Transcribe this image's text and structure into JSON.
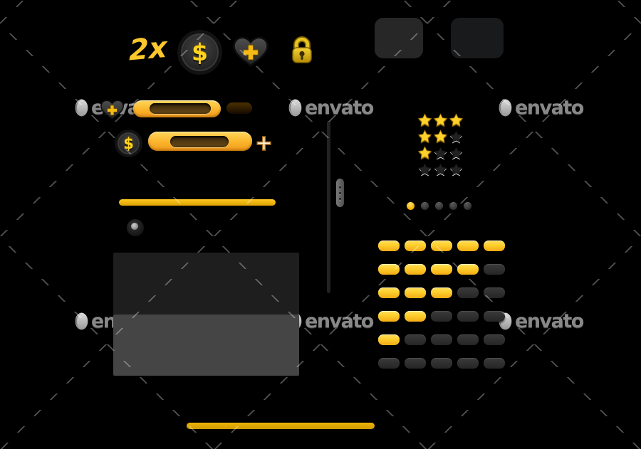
{
  "colors": {
    "background": "#000000",
    "accent_gold": "#f7b60d",
    "bar_frame": "#fbb62c",
    "bar_track_brown": "#54390f",
    "panel_dark": "#1e1e1e",
    "panel_light": "#454545",
    "pill_on": "#ffd02f",
    "pill_off": "#2e2e2e",
    "star_on": "#ffd22c",
    "star_off": "#212121",
    "watermark_gray": "#9b9b9b"
  },
  "watermark": {
    "text": "envato"
  },
  "powerups": {
    "multiplier_label": "2x",
    "coin_symbol": "$",
    "plus_symbol": "+"
  },
  "bars": {
    "add_button_label": "+"
  },
  "stars": {
    "columns": 3,
    "rows_filled": [
      3,
      2,
      1,
      0
    ]
  },
  "pagination": {
    "count": 5,
    "active_index": 0
  },
  "level_grid": {
    "columns": 5,
    "rows_active": [
      5,
      4,
      3,
      2,
      1,
      0
    ]
  }
}
